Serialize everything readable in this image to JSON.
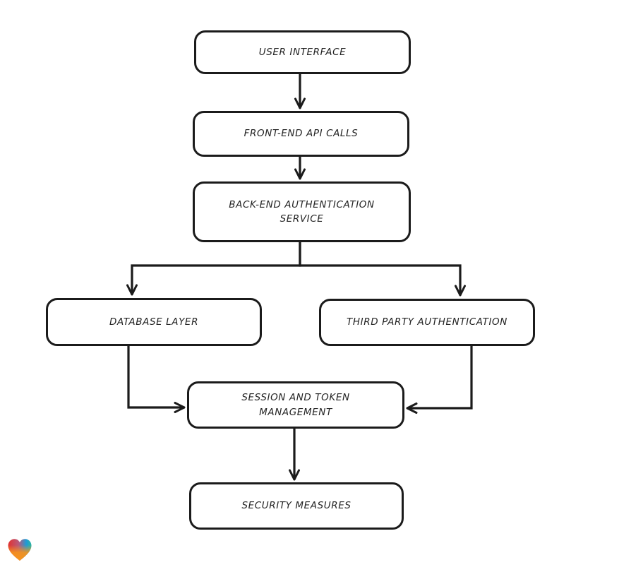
{
  "diagram": {
    "background": "#ffffff",
    "stroke_color": "#1b1b1b",
    "node_fill": "#ffffff",
    "nodes": [
      {
        "id": "user-interface",
        "label": "USER INTERFACE"
      },
      {
        "id": "front-end-api-calls",
        "label": "FRONT-END API CALLS"
      },
      {
        "id": "back-end-authentication-service",
        "label": "BACK-END AUTHENTICATION SERVICE"
      },
      {
        "id": "database-layer",
        "label": "DATABASE LAYER"
      },
      {
        "id": "third-party-authentication",
        "label": "THIRD PARTY AUTHENTICATION"
      },
      {
        "id": "session-and-token-management",
        "label": "SESSION AND TOKEN MANAGEMENT"
      },
      {
        "id": "security-measures",
        "label": "SECURITY MEASURES"
      }
    ],
    "edges": [
      {
        "from": "user-interface",
        "to": "front-end-api-calls"
      },
      {
        "from": "front-end-api-calls",
        "to": "back-end-authentication-service"
      },
      {
        "from": "back-end-authentication-service",
        "to": "database-layer"
      },
      {
        "from": "back-end-authentication-service",
        "to": "third-party-authentication"
      },
      {
        "from": "database-layer",
        "to": "session-and-token-management"
      },
      {
        "from": "third-party-authentication",
        "to": "session-and-token-management"
      },
      {
        "from": "session-and-token-management",
        "to": "security-measures"
      }
    ]
  },
  "branding": {
    "logo": "heart-gradient-logo",
    "colors": {
      "red": "#e23230",
      "blue": "#1f9ad6",
      "teal": "#2ab5a0",
      "orange": "#f7941d"
    }
  }
}
